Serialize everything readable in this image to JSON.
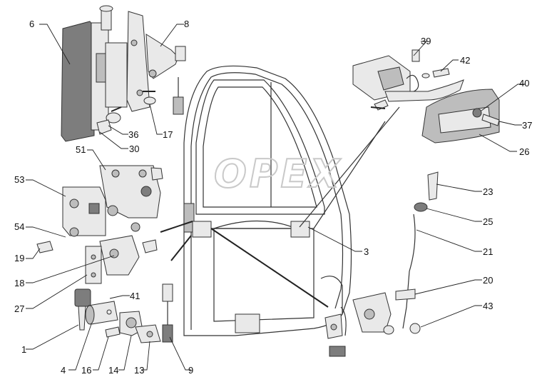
{
  "watermark": "OPEX",
  "callouts": [
    "1",
    "3",
    "4",
    "6",
    "8",
    "9",
    "13",
    "14",
    "16",
    "17",
    "18",
    "19",
    "20",
    "21",
    "23",
    "25",
    "26",
    "27",
    "30",
    "36",
    "37",
    "39",
    "40",
    "41",
    "42",
    "43",
    "51",
    "53",
    "54"
  ]
}
